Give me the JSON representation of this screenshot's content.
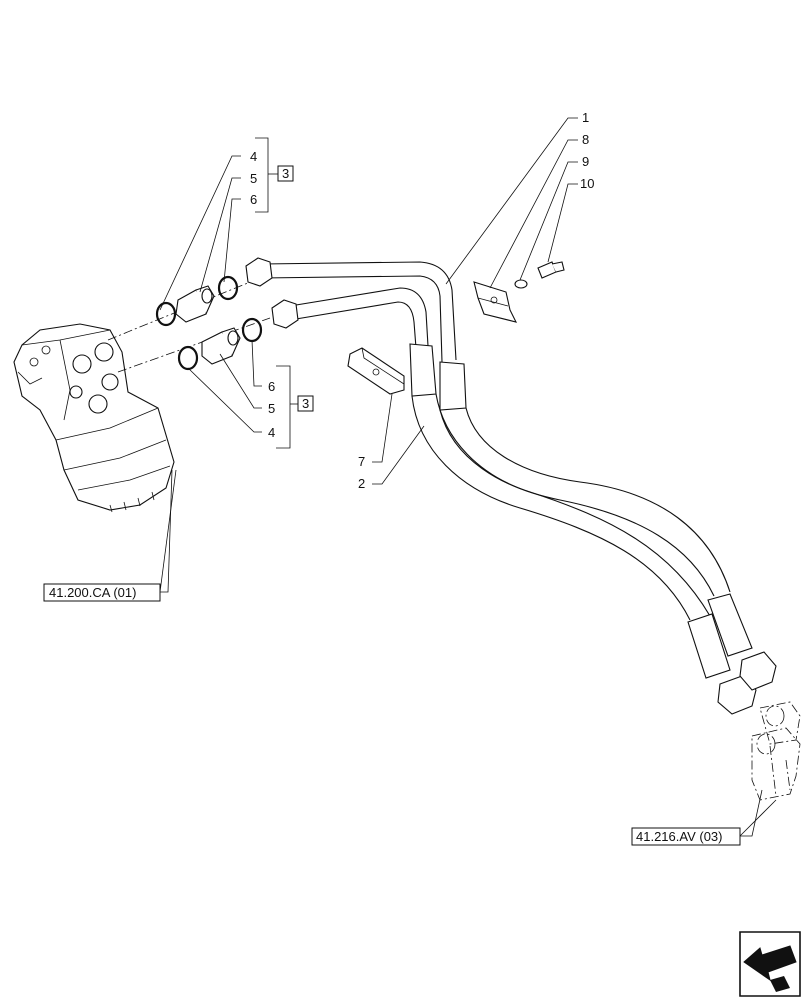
{
  "callouts": {
    "c1": "1",
    "c2": "2",
    "c3_upper": "3",
    "c3_lower": "3",
    "c4_upper": "4",
    "c4_lower": "4",
    "c5_upper": "5",
    "c5_lower": "5",
    "c6_upper": "6",
    "c6_lower": "6",
    "c7": "7",
    "c8": "8",
    "c9": "9",
    "c10": "10"
  },
  "references": {
    "steering_unit": "41.200.CA (01)",
    "cylinder_connection": "41.216.AV (03)"
  },
  "icons": {
    "nav": "back-arrow-icon"
  }
}
